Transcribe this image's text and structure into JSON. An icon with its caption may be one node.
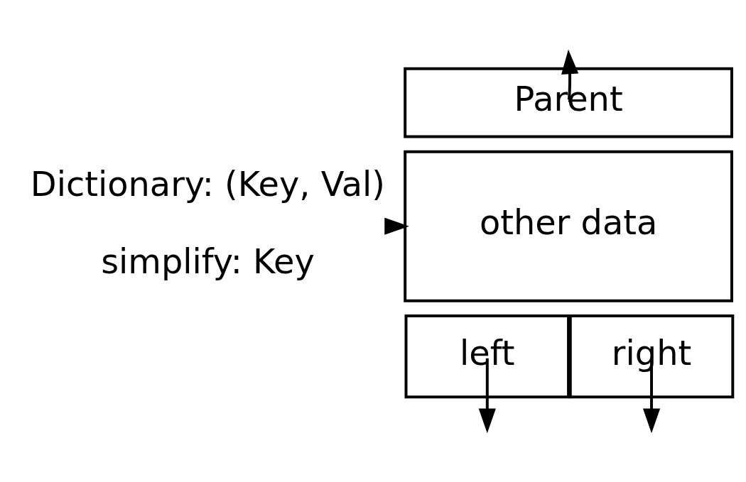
{
  "diagram": {
    "nodes": [
      {
        "text": [
          "Parent"
        ]
      },
      {
        "text": [
          "other data"
        ]
      },
      {
        "text": [
          "left"
        ]
      },
      {
        "text": [
          "right"
        ]
      },
      {
        "text": [
          "Dictionary: (Key, Val)",
          "simplify: Key"
        ]
      }
    ],
    "edges": [
      {
        "from": 0,
        "to": null,
        "arrow": "to"
      },
      {
        "from": 2,
        "to": null,
        "arrow": "to"
      },
      {
        "from": 3,
        "to": null,
        "arrow": "to"
      },
      {
        "from": 4,
        "to": 1,
        "arrow": "to"
      }
    ]
  }
}
